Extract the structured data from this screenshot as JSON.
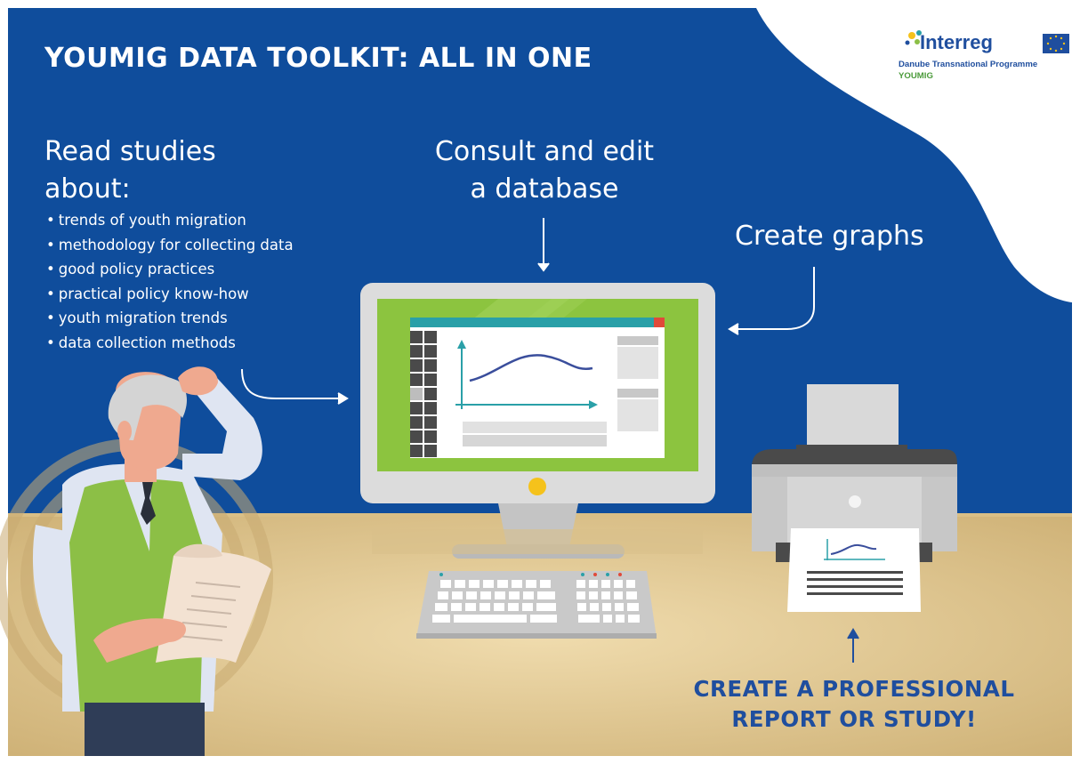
{
  "header": {
    "title": "YOUMIG DATA TOOLKIT: ALL IN ONE"
  },
  "logo": {
    "wordmark": "Interreg",
    "programme": "Danube Transnational Programme",
    "project": "YOUMIG"
  },
  "read_studies": {
    "heading_line1": "Read studies",
    "heading_line2": "about:",
    "items": [
      "trends of youth migration",
      "methodology for collecting data",
      "good policy practices",
      "practical policy know-how",
      "youth migration trends",
      "data collection methods"
    ]
  },
  "consult": {
    "line1": "Consult and edit",
    "line2": "a database"
  },
  "graphs": {
    "label": "Create graphs"
  },
  "call_to_action": {
    "line1": "CREATE A PROFESSIONAL",
    "line2": "REPORT OR STUDY!"
  },
  "colors": {
    "background_blue": "#0f4d9c",
    "desk": "#e6cf9c",
    "vest_green": "#8cbf46",
    "screen_green": "#8cc43f",
    "accent_teal": "#2aa0a8",
    "cta_blue": "#1f4e9e"
  }
}
